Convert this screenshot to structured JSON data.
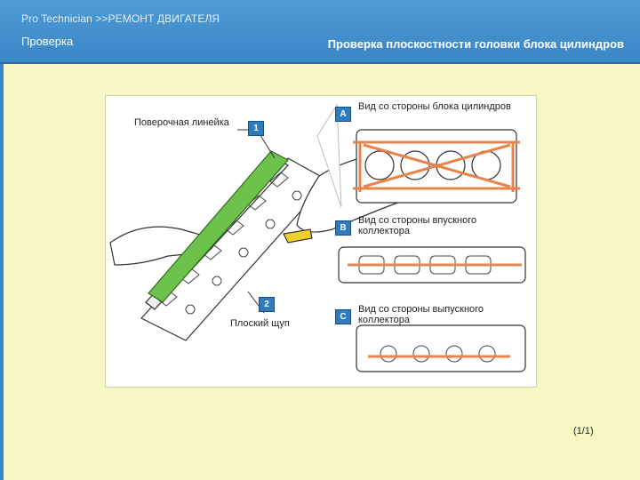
{
  "header": {
    "breadcrumb": "Pro Technician >>РЕМОНТ ДВИГАТЕЛЯ",
    "section": "Проверка",
    "title": "Проверка плоскостности головки блока цилиндров"
  },
  "figure": {
    "straightedge_label": "Поверочная линейка",
    "straightedge_number": "1",
    "feeler_label": "Плоский щуп",
    "feeler_number": "2",
    "view_a_letter": "A",
    "view_a_label": "Вид со стороны блока цилиндров",
    "view_b_letter": "B",
    "view_b_label": "Вид со стороны впускного коллектора",
    "view_c_letter": "C",
    "view_c_label": "Вид со стороны выпускного коллектора"
  },
  "footer": {
    "page": "(1/1)"
  },
  "colors": {
    "header": "#3b87c6",
    "background": "#f7f7c4",
    "straightedge": "#6cc24a",
    "measure_lines": "#e8834a",
    "badge": "#2e7bbf"
  }
}
